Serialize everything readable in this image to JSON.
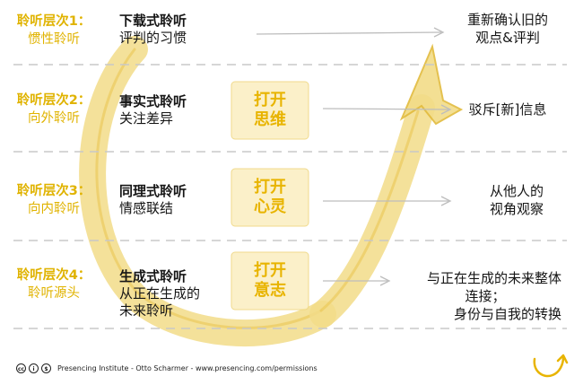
{
  "levels": [
    {
      "title": "聆听层次1：",
      "subtitle": "惯性聆听"
    },
    {
      "title": "聆听层次2：",
      "subtitle": "向外聆听"
    },
    {
      "title": "聆听层次3：",
      "subtitle": "向内聆听"
    },
    {
      "title": "聆听层次4：",
      "subtitle": "聆听源头"
    }
  ],
  "modes": [
    {
      "title": "下载式聆听",
      "desc": "评判的习惯"
    },
    {
      "title": "事实式聆听",
      "desc": "关注差异"
    },
    {
      "title": "同理式聆听",
      "desc": "情感联结"
    },
    {
      "title": "生成式聆听",
      "desc_line1": "从正在生成的",
      "desc_line2": "未来聆听"
    }
  ],
  "openings": [
    {
      "line1": "打开",
      "line2": "思维"
    },
    {
      "line1": "打开",
      "line2": "心灵"
    },
    {
      "line1": "打开",
      "line2": "意志"
    }
  ],
  "outcomes": [
    {
      "line1": "重新确认旧的",
      "line2": "观点&评判"
    },
    {
      "line1": "驳斥[新]信息"
    },
    {
      "line1": "从他人的",
      "line2": "视角观察"
    },
    {
      "line1": "与正在生成的未来整体",
      "line2": "连接；",
      "line3": "身份与自我的转换"
    }
  ],
  "footer": {
    "cc_badge": "cc",
    "by_badge": "i",
    "nc_badge": "$",
    "credit": "Presencing Institute - Otto Scharmer - www.presencing.com/permissions"
  },
  "colors": {
    "accent": "#e8b400",
    "level_text": "#e0b300",
    "swoosh": "#f0d77a",
    "box": "#fbefc4",
    "dash": "#c8c8c8",
    "arrow": "#bdbdbd"
  },
  "icons": {
    "logo": "presencing-u-logo",
    "license": "creative-commons-icons"
  }
}
